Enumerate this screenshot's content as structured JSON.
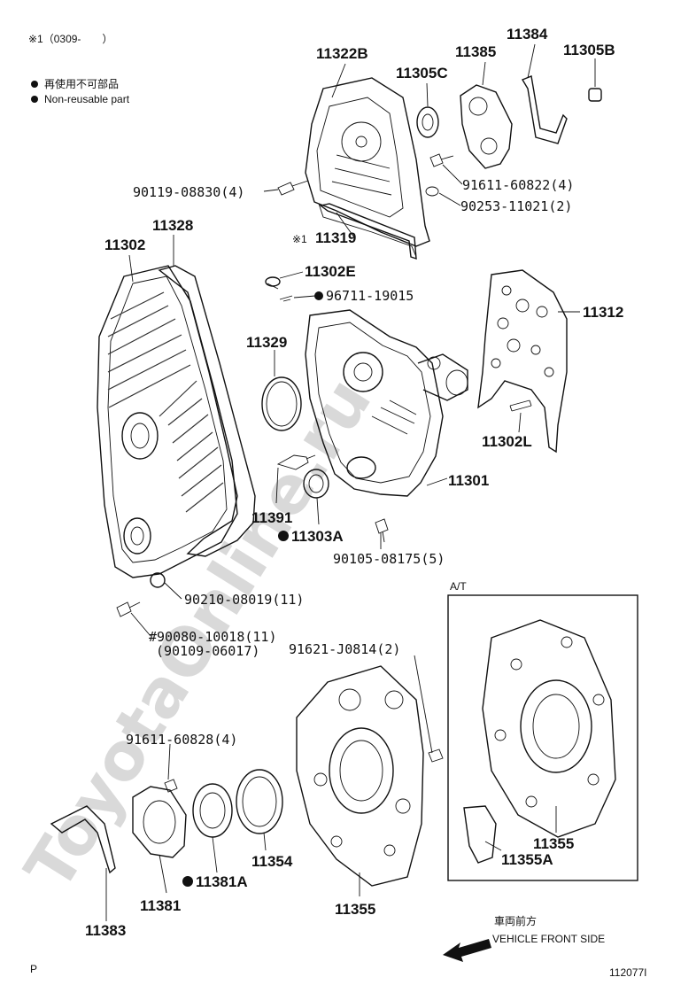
{
  "header": {
    "footnote_mark": "※1（0309-　　）",
    "legend_jp": "再使用不可部品",
    "legend_en": "Non-reusable part"
  },
  "watermark": "ToyotaOnline.ru",
  "parts": {
    "p11322B": "11322B",
    "p11305C": "11305C",
    "p11385": "11385",
    "p11384": "11384",
    "p11305B": "11305B",
    "p90119": "90119-08830(4)",
    "p91611a": "91611-60822(4)",
    "p90253": "90253-11021(2)",
    "p11319_mark": "※1",
    "p11319": "11319",
    "p11328": "11328",
    "p11302": "11302",
    "p11302E": "11302E",
    "p96711": "96711-19015",
    "p11312": "11312",
    "p11329": "11329",
    "p11302L": "11302L",
    "p11301": "11301",
    "p11391": "11391",
    "p11303A": "11303A",
    "p90105": "90105-08175(5)",
    "p90210": "90210-08019(11)",
    "p90080": "#90080-10018(11)",
    "p90109": "(90109-06017)",
    "p91621": "91621-J0814(2)",
    "p91611b": "91611-60828(4)",
    "p11354": "11354",
    "p11381A": "11381A",
    "p11381": "11381",
    "p11383": "11383",
    "p11355": "11355",
    "p11355_at": "11355",
    "p11355A": "11355A"
  },
  "inset": {
    "title": "A/T"
  },
  "direction": {
    "jp": "車両前方",
    "en": "VEHICLE FRONT SIDE"
  },
  "footer": {
    "corner": "P",
    "code": "112077I"
  },
  "colors": {
    "line": "#111111",
    "watermark": "#d9d9d9"
  }
}
